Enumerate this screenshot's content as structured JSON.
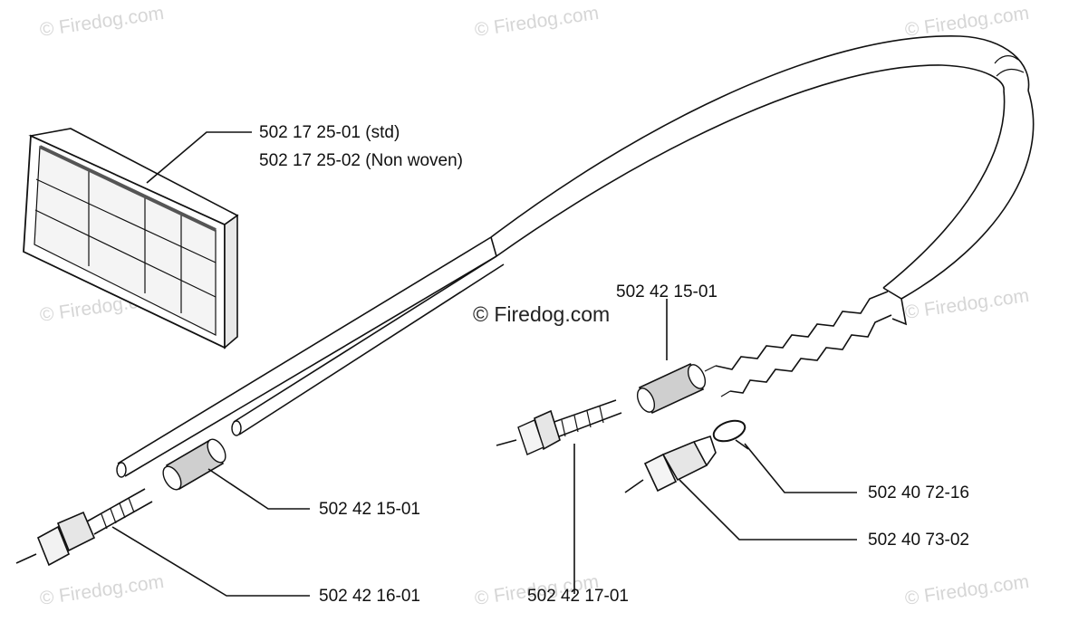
{
  "watermark": {
    "text": "© Firedog.com",
    "color": "#d6d6d6",
    "prominent_color": "#222222"
  },
  "labels": {
    "air_filter_std": "502 17 25-01 (std)",
    "air_filter_nonwoven": "502 17 25-02 (Non woven)",
    "nipple_upper": "502 42 15-01",
    "nipple_lower": "502 42 15-01",
    "adjuster_screw_left": "502 42 16-01",
    "adjuster_screw_mid": "502 42 17-01",
    "hose_clamp": "502 40 72-16",
    "fitting": "502 40 73-02"
  }
}
